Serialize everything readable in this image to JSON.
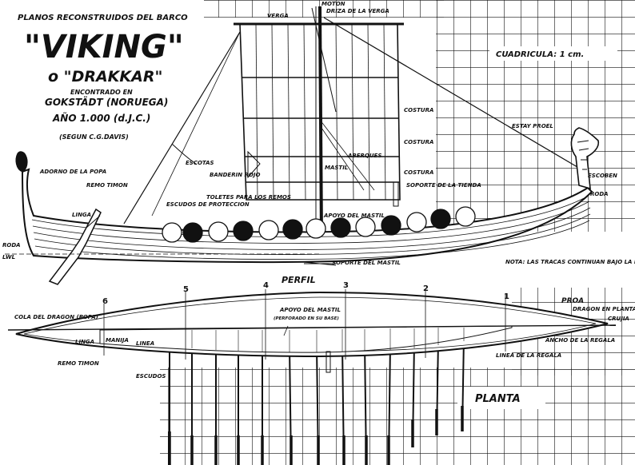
{
  "title": {
    "line1": "PLANOS RECONSTRUIDOS DEL BARCO",
    "name": "\"VIKING\"",
    "alt": "o \"DRAKKAR\"",
    "found": "ENCONTRADO EN",
    "place": "GOKSTÄDT (NORUEGA)",
    "year": "AÑO 1.000 (d.J.C.)",
    "source": "(SEGUN C.G.DAVIS)"
  },
  "grid_note": "CUADRICULA: 1 cm.",
  "views": {
    "profile": "PERFIL",
    "plan": "PLANTA"
  },
  "profile_labels": {
    "moton": "MOTON",
    "verga": "VERGA",
    "driza": "DRIZA DE LA VERGA",
    "costura1": "COSTURA",
    "costura2": "COSTURA",
    "costura3": "COSTURA",
    "estay": "ESTAY PROEL",
    "aberques": "ABERQUES",
    "mastil": "MASTIL",
    "escotas": "ESCOTAS",
    "bandera": "BANDERIN ROJO",
    "toletes": "TOLETES PARA LOS REMOS",
    "soporte_tienda": "SOPORTE DE LA TIENDA",
    "escoben": "ESCOBEN",
    "roda_proa": "RODA",
    "adorno": "ADORNO DE LA POPA",
    "remo_timon": "REMO TIMON",
    "escudos": "ESCUDOS DE PROTECCION",
    "apoyo_mastil": "APOYO DEL MASTIL",
    "linga": "LINGA",
    "roda_popa": "RODA",
    "lwl": "LWL",
    "soporte_mastil": "SOPORTE DEL MASTIL",
    "nota": "NOTA: LAS TRACAS CONTINUAN BAJO LA LWL"
  },
  "plan_labels": {
    "cola": "COLA DEL DRAGON (POPA)",
    "linga": "LINGA",
    "manija": "MANIJA",
    "linea": "LINEA",
    "remo_timon": "REMO TIMON",
    "escudos": "ESCUDOS",
    "apoyo": "APOYO DEL MASTIL",
    "apoyo_sub": "(PERFORADO EN SU BASE)",
    "proa": "PROA",
    "dragon": "DRAGON EN PLANTA",
    "crujia": "CRUJIA",
    "ancho": "ANCHO DE LA REGALA",
    "regala": "LINEA DE LA REGALA"
  },
  "stations": [
    "6",
    "5",
    "4",
    "3",
    "2",
    "1"
  ],
  "colors": {
    "ink": "#111111",
    "paper": "#ffffff"
  }
}
